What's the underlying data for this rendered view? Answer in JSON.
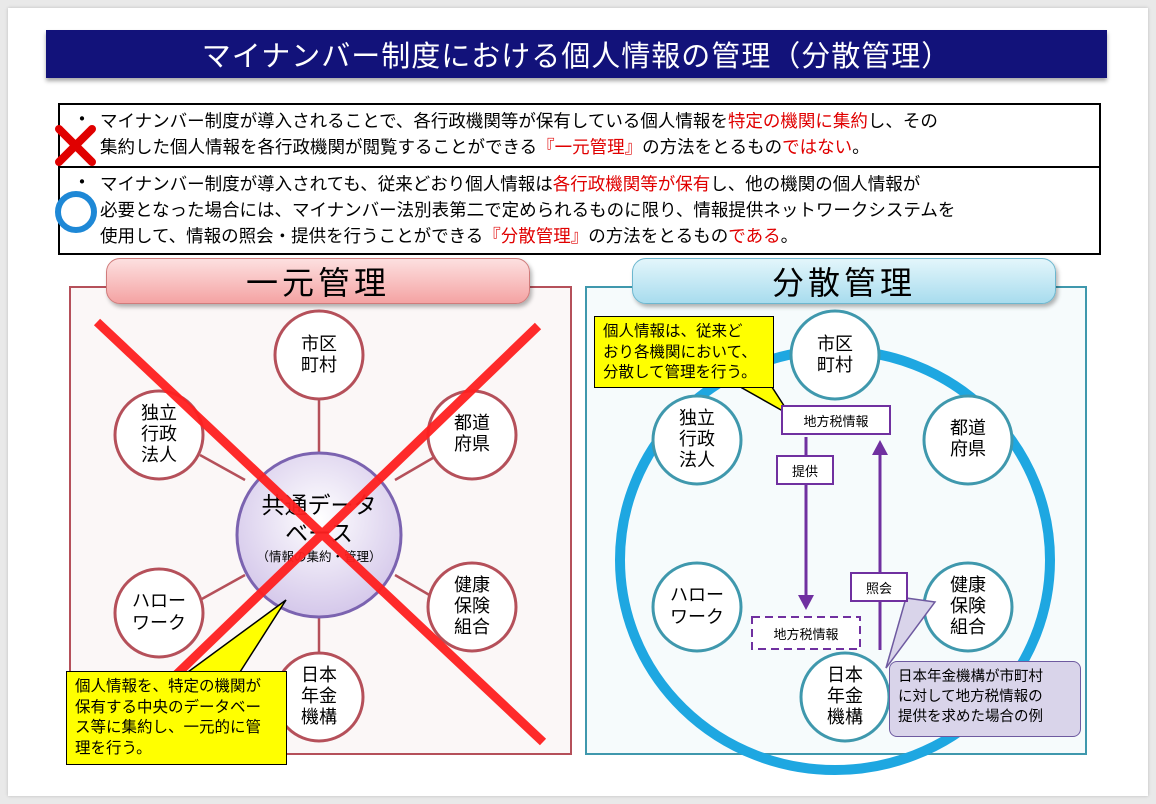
{
  "title": "マイナンバー制度における個人情報の管理（分散管理）",
  "statement_ng": {
    "bullet": "・",
    "line1_a": "マイナンバー制度が導入されることで、各行政機関等が保有している個人情報を",
    "line1_b": "特定の機関に集約",
    "line1_c": "し、その",
    "line2_a": "集約した個人情報を各行政機関が閲覧することができる",
    "line2_b": "『一元管理』",
    "line2_c": "の方法をとるもの",
    "line2_d": "ではない",
    "line2_e": "。"
  },
  "statement_ok": {
    "bullet": "・",
    "line1_a": "マイナンバー制度が導入されても、従来どおり個人情報は",
    "line1_b": "各行政機関等が保有",
    "line1_c": "し、他の機関の個人情報が",
    "line2": "必要となった場合には、マイナンバー法別表第二で定められるものに限り、情報提供ネットワークシステムを",
    "line3_a": "使用して、情報の照会・提供を行うことができる",
    "line3_b": "『分散管理』",
    "line3_c": "の方法をとるもの",
    "line3_d": "である",
    "line3_e": "。"
  },
  "left": {
    "heading": "一元管理",
    "center": {
      "line1": "共通データ",
      "line2": "ベース",
      "sub": "（情報の集約・管理）"
    },
    "nodes": {
      "shichoson": [
        "市区",
        "町村"
      ],
      "dokuritsu": [
        "独立",
        "行政",
        "法人"
      ],
      "todofuken": [
        "都道",
        "府県"
      ],
      "hello": [
        "ハロー",
        "ワーク"
      ],
      "kenko": [
        "健康",
        "保険",
        "組合"
      ],
      "nenkin": [
        "日本",
        "年金",
        "機構"
      ]
    },
    "callout": [
      "個人情報を、特定の機関が",
      "保有する中央のデータベー",
      "ス等に集約し、一元的に管",
      "理を行う。"
    ]
  },
  "right": {
    "heading": "分散管理",
    "nodes": {
      "shichoson": [
        "市区",
        "町村"
      ],
      "dokuritsu": [
        "独立",
        "行政",
        "法人"
      ],
      "todofuken": [
        "都道",
        "府県"
      ],
      "hello": [
        "ハロー",
        "ワーク"
      ],
      "kenko": [
        "健康",
        "保険",
        "組合"
      ],
      "nenkin": [
        "日本",
        "年金",
        "機構"
      ]
    },
    "callout": [
      "個人情報は、従来ど",
      "おり各機関において、",
      "分散して管理を行う。"
    ],
    "tax_top": "地方税情報",
    "provide": "提供",
    "inquire": "照会",
    "tax_bottom": "地方税情報",
    "note": [
      "日本年金機構が市町村",
      "に対して地方税情報の",
      "提供を求めた場合の例"
    ]
  },
  "colors": {
    "navy": "#12127a",
    "red": "#e00000",
    "maroon": "#b5505a",
    "teal": "#3f98ad",
    "purple": "#7030a0",
    "cyan": "#1ea7e1",
    "yellow": "#ffff00"
  }
}
